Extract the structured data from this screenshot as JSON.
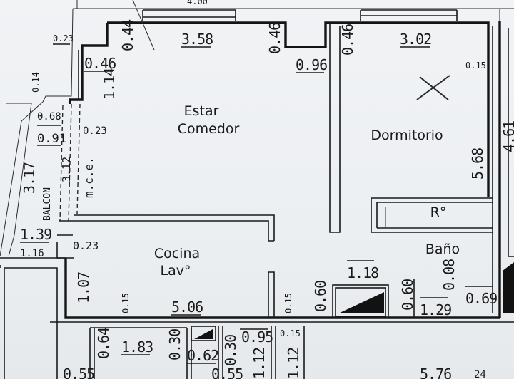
{
  "rooms": {
    "estar": "Estar",
    "comedor": "Comedor",
    "dormitorio": "Dormitorio",
    "cocina": "Cocina",
    "lav": "Lav°",
    "bano": "Baño",
    "balcon": "BALCON",
    "mce": "m.c.e.",
    "ropero": "R°"
  },
  "dims": {
    "top_cut": "4.00",
    "d044": "0.44",
    "d358": "3.58",
    "d046a": "0.46",
    "d046b": "0.46",
    "d302": "3.02",
    "d046c": "0.46",
    "d114": "1.14",
    "d096": "0.96",
    "d023a": "0.23",
    "d014": "0.14",
    "d015a": "0.15",
    "d068": "0.68",
    "d091": "0.91",
    "d023b": "0.23",
    "d312": "3.12",
    "d317": "3.17",
    "d568": "5.68",
    "d461": "4.61",
    "d139": "1.39",
    "d116": "1.16",
    "d023c": "0.23",
    "d107": "1.07",
    "d015b": "0.15",
    "d506": "5.06",
    "d015c": "0.15",
    "d060a": "0.60",
    "d118": "1.18",
    "d060b": "0.60",
    "d008": "0.08",
    "d129": "1.29",
    "d069": "0.69",
    "d064": "0.64",
    "d183": "1.83",
    "d030a": "0.30",
    "d062": "0.62",
    "d030b": "0.30",
    "d095": "0.95",
    "d015d": "0.15",
    "d112a": "1.12",
    "d112b": "1.12",
    "d055a": "0.55",
    "d055b": "0.55",
    "d576": "5.76",
    "d24": "24"
  }
}
